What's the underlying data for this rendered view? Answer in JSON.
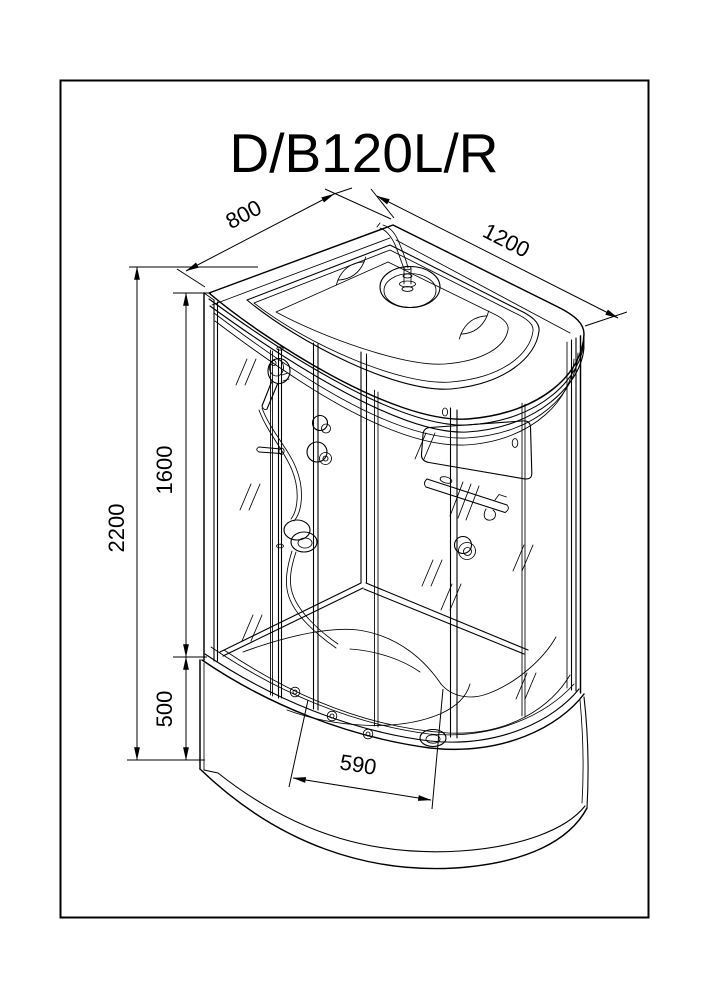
{
  "page": {
    "background": "#ffffff",
    "line_color": "#000000"
  },
  "title": "D/B120L/R",
  "dimensions": {
    "depth": {
      "label": "800"
    },
    "width": {
      "label": "1200"
    },
    "total_height": {
      "label": "2200"
    },
    "cabin_height": {
      "label": "1600"
    },
    "tray_height": {
      "label": "500"
    },
    "seat_width": {
      "label": "590"
    }
  }
}
